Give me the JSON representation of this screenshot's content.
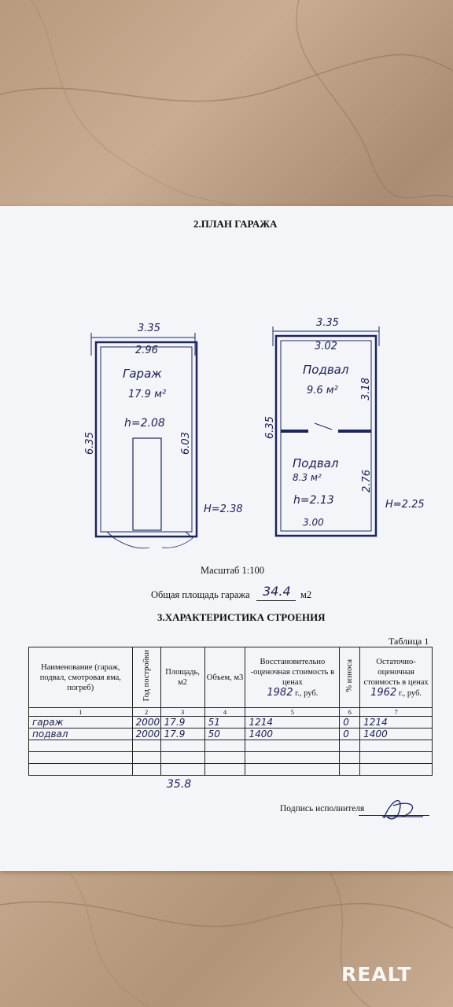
{
  "section2_title": "2.ПЛАН ГАРАЖА",
  "plan_left": {
    "outer_width": "3.35",
    "inner_width": "2.96",
    "room_name": "Гараж",
    "room_area": "17.9 м²",
    "height": "h=2.08",
    "inner_length": "6.03",
    "outer_length": "6.35",
    "outer_height": "H=2.38"
  },
  "plan_right": {
    "outer_width": "3.35",
    "top_width": "3.02",
    "upper_room_name": "Подвал",
    "upper_room_area": "9.6 м²",
    "upper_length": "3.18",
    "outer_length": "6.35",
    "lower_room_name": "Подвал",
    "lower_room_area": "8.3 м²",
    "lower_length": "2.76",
    "height": "h=2.13",
    "bottom_width": "3.00",
    "outer_height": "H=2.25"
  },
  "scale_text": "Масштаб 1:100",
  "total_area_label": "Общая площадь гаража",
  "total_area_value": "34.4",
  "total_area_unit": "м2",
  "section3_title": "3.ХАРАКТЕРИСТИКА СТРОЕНИЯ",
  "table_caption": "Таблица 1",
  "table": {
    "headers": {
      "name": "Наименование (гараж, подвал, смотровая яма, погреб)",
      "year": "Год постройки",
      "area": "Площадь, м2",
      "volume": "Объем, м3",
      "restoration_pre": "Восстановительно -оценочная стоимость в ценах",
      "restoration_year": "1982",
      "restoration_post": "г., руб.",
      "wear": "% износа",
      "residual_pre": "Остаточно-оценочная стоимость в ценах",
      "residual_year": "1962",
      "residual_post": "г., руб."
    },
    "numbers": [
      "1",
      "2",
      "3",
      "4",
      "5",
      "6",
      "7"
    ],
    "rows": [
      {
        "name": "гараж",
        "year": "2000",
        "area": "17.9",
        "volume": "51",
        "restoration": "1214",
        "wear": "0",
        "residual": "1214"
      },
      {
        "name": "подвал",
        "year": "2000",
        "area": "17.9",
        "volume": "50",
        "restoration": "1400",
        "wear": "0",
        "residual": "1400"
      }
    ]
  },
  "handwritten_sum": "35.8",
  "signature_label": "Подпись исполнителя",
  "watermark": "REALT"
}
